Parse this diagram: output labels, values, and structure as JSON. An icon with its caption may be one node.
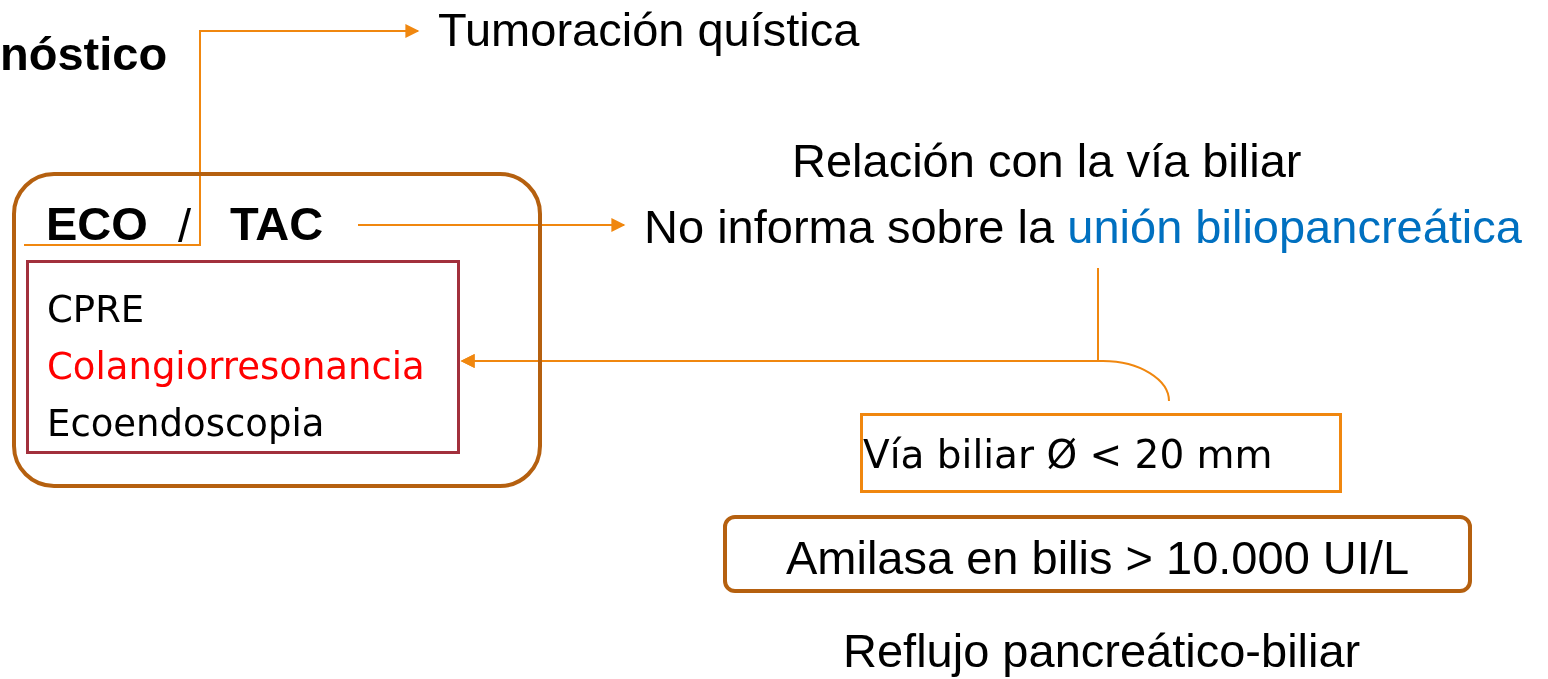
{
  "diagram": {
    "title": "nóstico",
    "nodes": [
      {
        "text": [],
        "shape": "box"
      },
      {
        "text": [
          "ECO"
        ],
        "in": 0
      },
      {
        "text": [
          "TAC"
        ],
        "in": 0
      },
      {
        "text": [
          "CPRE",
          "Colangiorresonancia",
          "Ecoendoscopia"
        ],
        "in": 0
      },
      {
        "text": [
          "Tumoración quística"
        ]
      },
      {
        "text": [
          "No informa sobre la",
          "unión biliopancreática"
        ]
      },
      {
        "text": [
          "Vía biliar Ø < 20 mm"
        ]
      },
      {
        "text": [
          "Amilasa en bilis > 10.000 UI/L"
        ]
      }
    ],
    "edges": [
      {
        "from": 1,
        "to": 4,
        "arrow": "to"
      },
      {
        "from": 2,
        "to": 5,
        "arrow": "to"
      },
      {
        "from": 5,
        "to": 3,
        "arrow": "to"
      },
      {
        "from": 6,
        "to": 3,
        "arrow": "to"
      }
    ],
    "labels": [
      "/",
      "Relación con la vía biliar",
      "Reflujo pancreático-biliar"
    ]
  }
}
